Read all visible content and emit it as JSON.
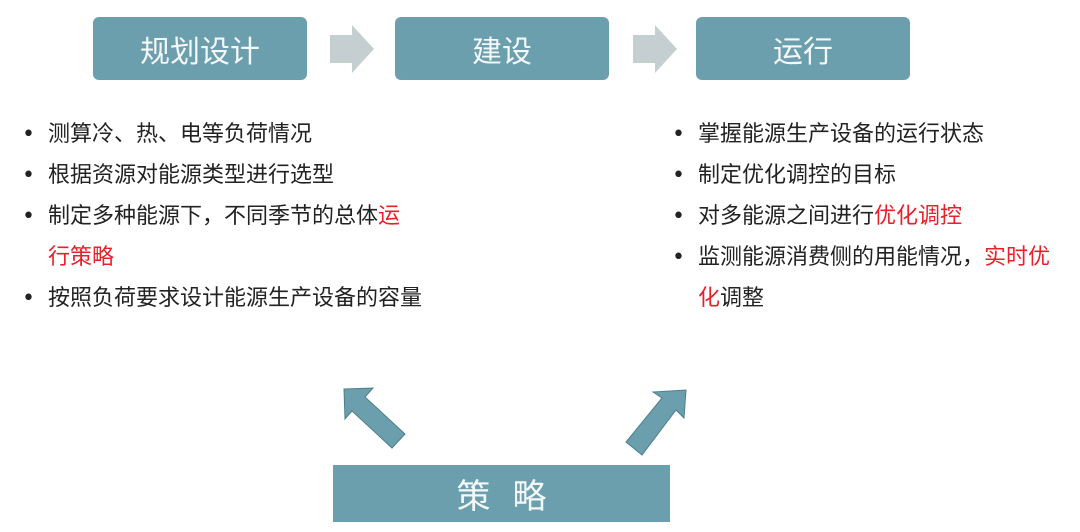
{
  "stages": [
    "规划设计",
    "建设",
    "运行"
  ],
  "left_list": [
    {
      "text": "测算冷、热、电等负荷情况"
    },
    {
      "text": "根据资源对能源类型进行选型"
    },
    {
      "text": "制定多种能源下，不同季节的总体",
      "highlight": "运行策略",
      "after": ""
    },
    {
      "text": "按照负荷要求设计能源生产设备的容量"
    }
  ],
  "right_list": [
    {
      "text": "掌握能源生产设备的运行状态"
    },
    {
      "text": "制定优化调控的目标"
    },
    {
      "text": "对多能源之间进行",
      "highlight": "优化调控",
      "after": ""
    },
    {
      "text": "监测能源消费侧的用能情况，",
      "highlight": "实时优化",
      "after": "调整"
    }
  ],
  "strategy": "策略",
  "colors": {
    "box": "#6b9fad",
    "arrow": "#c5cfd2",
    "highlight": "#e8202a"
  }
}
